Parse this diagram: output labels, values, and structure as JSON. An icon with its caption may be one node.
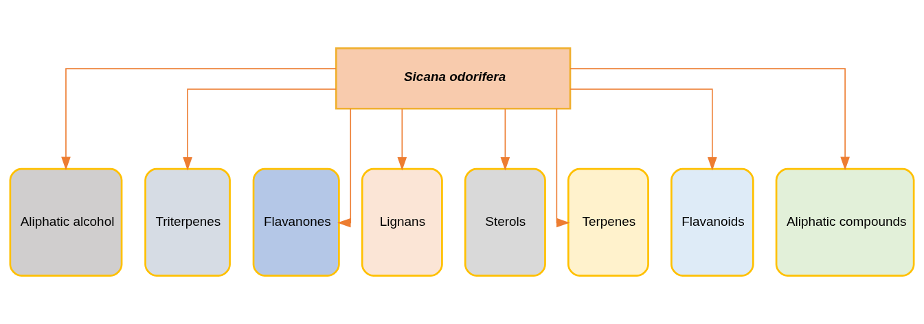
{
  "diagram": {
    "nodes": [
      {
        "text": [
          "Sicana odorifera"
        ]
      },
      {
        "text": [
          "Aliphatic alcohol"
        ]
      },
      {
        "text": [
          "Triterpenes"
        ]
      },
      {
        "text": [
          "Flavanones"
        ]
      },
      {
        "text": [
          "Lignans"
        ]
      },
      {
        "text": [
          "Sterols"
        ]
      },
      {
        "text": [
          "Terpenes"
        ]
      },
      {
        "text": [
          "Flavanoids"
        ]
      },
      {
        "text": [
          "Aliphatic compounds"
        ]
      }
    ],
    "edges": [
      {
        "from": 0,
        "to": 1,
        "arrow": "to"
      },
      {
        "from": 0,
        "to": 2,
        "arrow": "to"
      },
      {
        "from": 0,
        "to": 3,
        "arrow": "to"
      },
      {
        "from": 0,
        "to": 4,
        "arrow": "to"
      },
      {
        "from": 0,
        "to": 5,
        "arrow": "to"
      },
      {
        "from": 0,
        "to": 6,
        "arrow": "to"
      },
      {
        "from": 0,
        "to": 7,
        "arrow": "to"
      },
      {
        "from": 0,
        "to": 8,
        "arrow": "to"
      }
    ]
  }
}
